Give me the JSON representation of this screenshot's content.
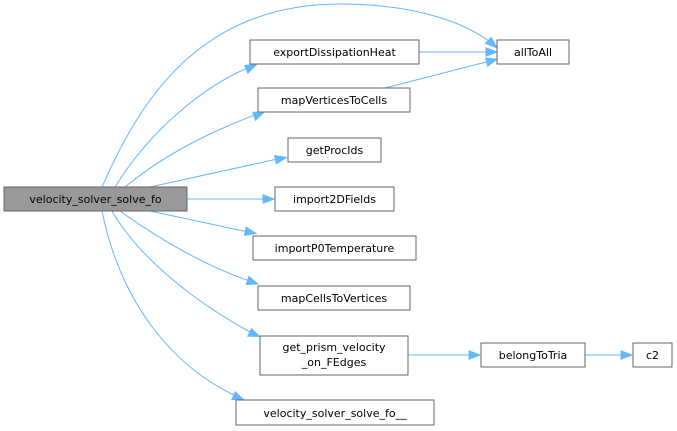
{
  "graph": {
    "nodes": {
      "root": {
        "label": "velocity_solver_solve_fo",
        "highlighted": true
      },
      "exportDissipationHeat": {
        "label": "exportDissipationHeat"
      },
      "mapVerticesToCells": {
        "label": "mapVerticesToCells"
      },
      "getProcIds": {
        "label": "getProcIds"
      },
      "import2DFields": {
        "label": "import2DFields"
      },
      "importP0Temperature": {
        "label": "importP0Temperature"
      },
      "mapCellsToVertices": {
        "label": "mapCellsToVertices"
      },
      "getPrismVelocity": {
        "label_line1": "get_prism_velocity",
        "label_line2": "_on_FEdges"
      },
      "velocitySolverSolveFoUnderscore": {
        "label": "velocity_solver_solve_fo__"
      },
      "allToAll": {
        "label": "allToAll"
      },
      "belongToTria": {
        "label": "belongToTria"
      },
      "c2": {
        "label": "c2"
      }
    },
    "edges": [
      {
        "from": "velocity_solver_solve_fo",
        "to": "allToAll"
      },
      {
        "from": "velocity_solver_solve_fo",
        "to": "exportDissipationHeat"
      },
      {
        "from": "velocity_solver_solve_fo",
        "to": "mapVerticesToCells"
      },
      {
        "from": "velocity_solver_solve_fo",
        "to": "getProcIds"
      },
      {
        "from": "velocity_solver_solve_fo",
        "to": "import2DFields"
      },
      {
        "from": "velocity_solver_solve_fo",
        "to": "importP0Temperature"
      },
      {
        "from": "velocity_solver_solve_fo",
        "to": "mapCellsToVertices"
      },
      {
        "from": "velocity_solver_solve_fo",
        "to": "get_prism_velocity_on_FEdges"
      },
      {
        "from": "velocity_solver_solve_fo",
        "to": "velocity_solver_solve_fo__"
      },
      {
        "from": "exportDissipationHeat",
        "to": "allToAll"
      },
      {
        "from": "mapVerticesToCells",
        "to": "allToAll"
      },
      {
        "from": "get_prism_velocity_on_FEdges",
        "to": "belongToTria"
      },
      {
        "from": "belongToTria",
        "to": "c2"
      }
    ],
    "colors": {
      "edge": "#63b8ff",
      "node_fill": "#ffffff",
      "node_border": "#666666",
      "root_fill": "#999999"
    }
  }
}
